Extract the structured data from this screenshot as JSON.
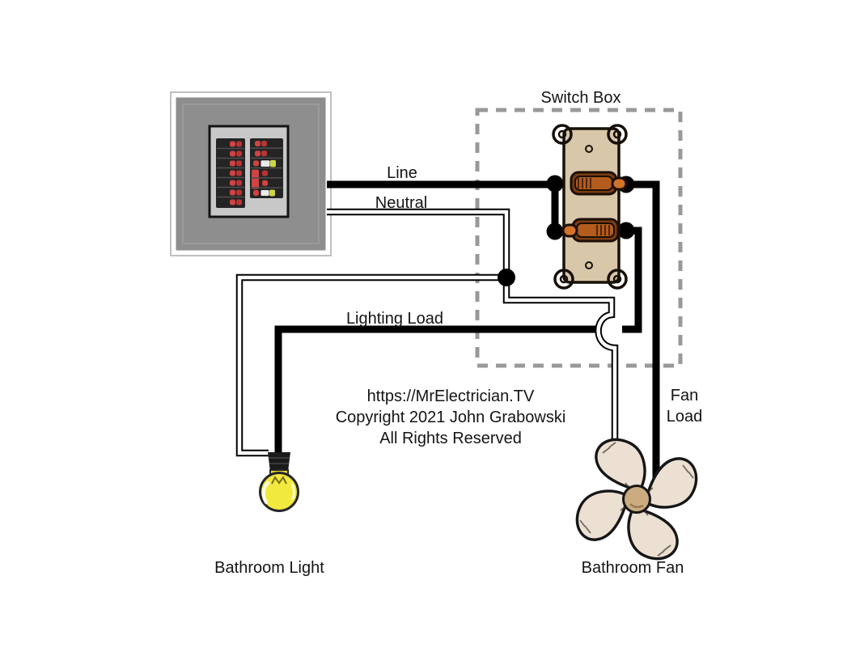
{
  "diagram": {
    "labels": {
      "switch_box": "Switch Box",
      "line": "Line",
      "neutral": "Neutral",
      "lighting_load": "Lighting Load",
      "fan_load_line1": "Fan",
      "fan_load_line2": "Load",
      "bathroom_light": "Bathroom Light",
      "bathroom_fan": "Bathroom Fan"
    },
    "watermark": {
      "line1": "https://MrElectrician.TV",
      "line2": "Copyright 2021 John Grabowski",
      "line3": "All Rights Reserved"
    },
    "components": {
      "panel": "circuit-breaker-panel",
      "switch_top": "fan-toggle-switch",
      "switch_bottom": "light-toggle-switch",
      "light": "bathroom-light-bulb",
      "fan": "bathroom-exhaust-fan"
    },
    "colors": {
      "hot_wire": "#000000",
      "neutral_wire": "#ffffff",
      "switch_plate": "#d8c7a8",
      "toggle_orange": "#b35c1d",
      "toggle_tip": "#d3732b",
      "panel_gray": "#8e8e8e",
      "panel_inner": "#c8c8c8",
      "breaker_red": "#d04343",
      "breaker_yellow": "#ccd640",
      "bulb_yellow": "#f2e93e",
      "fan_blade": "#ece0d3",
      "fan_hub": "#cbab80",
      "dashed_border": "#999999",
      "background": "#ffffff"
    }
  }
}
